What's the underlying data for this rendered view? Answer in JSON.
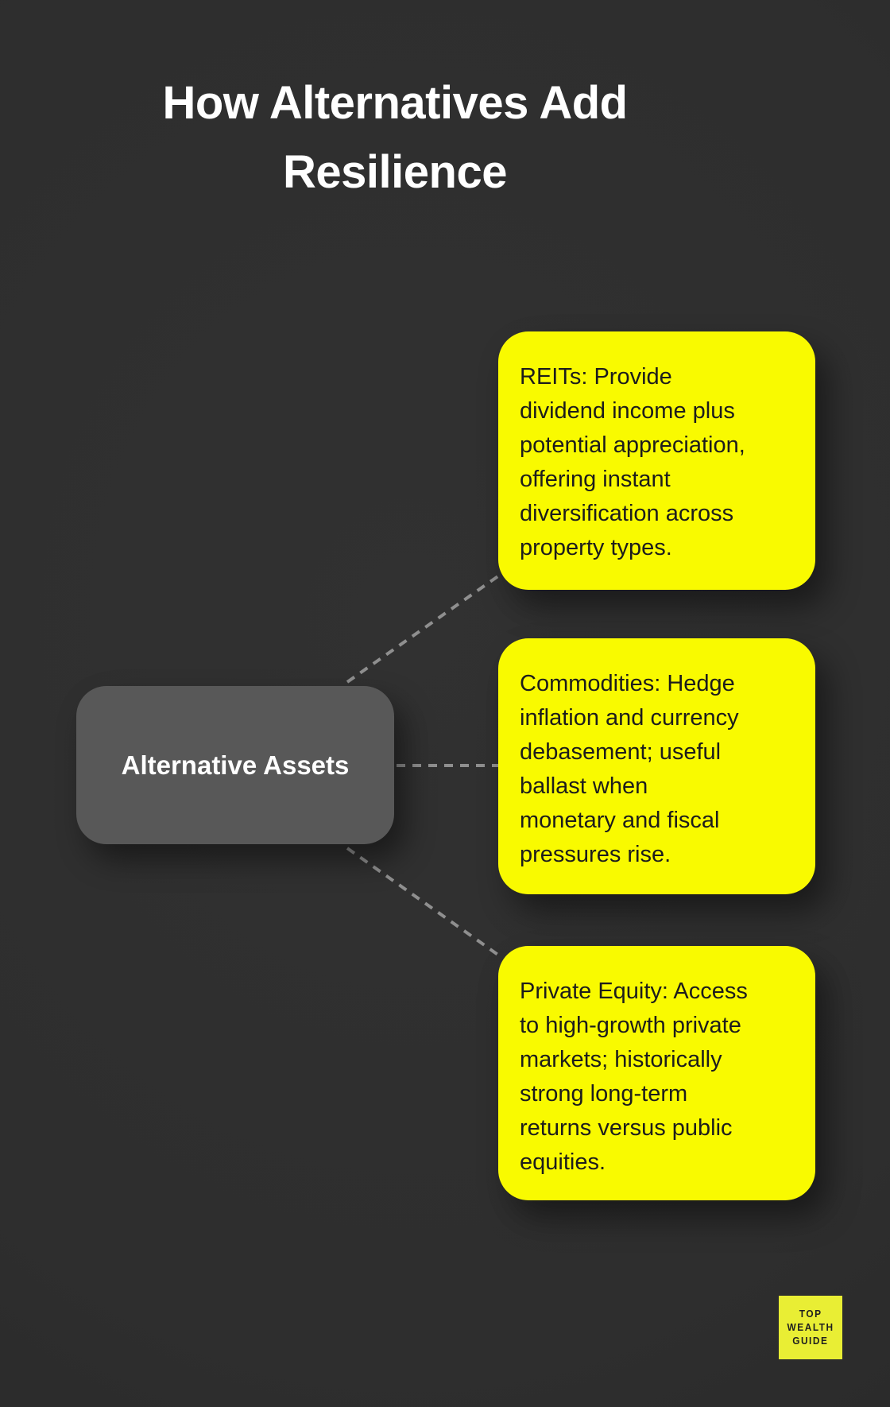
{
  "title": {
    "text": "How Alternatives Add\nResilience"
  },
  "center_node": {
    "label": "Alternative Assets"
  },
  "cards": [
    {
      "id": "reits",
      "text": "REITs: Provide\ndividend income plus\npotential appreciation,\noffering instant\ndiversification across\nproperty types."
    },
    {
      "id": "commodities",
      "text": "Commodities: Hedge\ninflation and currency\ndebasement; useful\nballast when\nmonetary and fiscal\npressures rise."
    },
    {
      "id": "private-equity",
      "text": "Private Equity: Access\nto high-growth private\nmarkets; historically\nstrong long-term\nreturns versus public\nequities."
    }
  ],
  "logo": {
    "lines": [
      "TOP",
      "WEALTH",
      "GUIDE"
    ]
  },
  "colors": {
    "background": "#2e2e2e",
    "card_yellow": "#f9fa00",
    "node_gray": "#585858",
    "connector_gray": "#8f8f8f",
    "logo_yellow": "#e9ee34",
    "title_white": "#ffffff",
    "card_text": "#1c1c1c"
  }
}
